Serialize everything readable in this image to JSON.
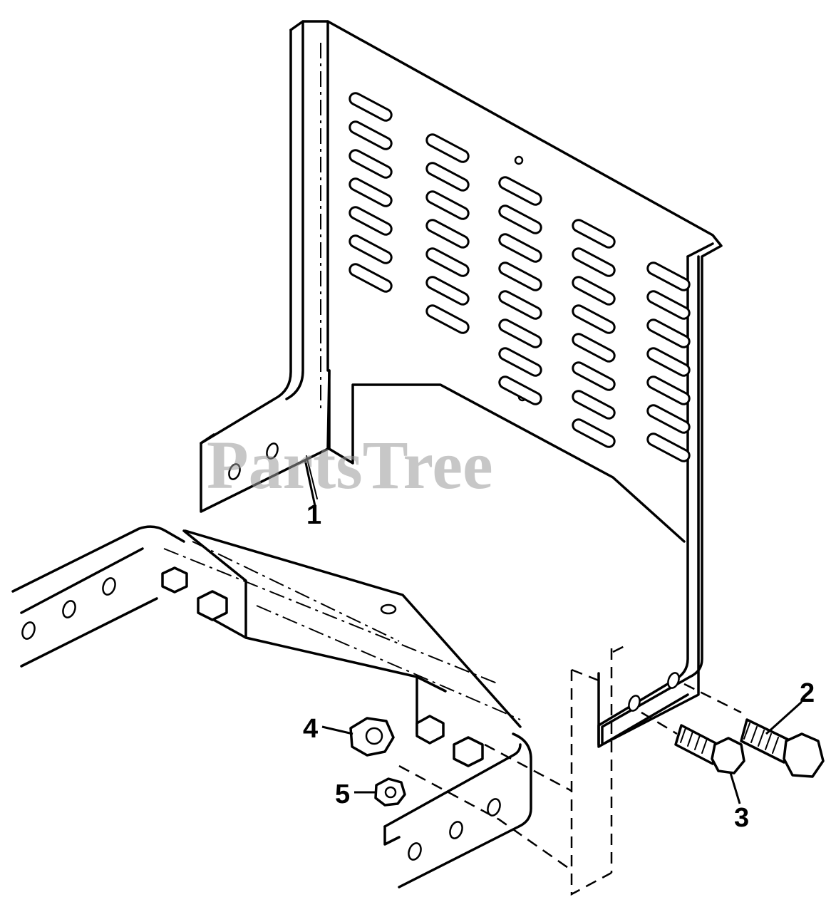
{
  "watermark": "PartsTree",
  "callouts": [
    {
      "id": "1"
    },
    {
      "id": "2"
    },
    {
      "id": "3"
    },
    {
      "id": "4"
    },
    {
      "id": "5"
    }
  ],
  "colors": {
    "line": "#000000",
    "background": "#ffffff",
    "watermark": "#9a9a9a"
  }
}
